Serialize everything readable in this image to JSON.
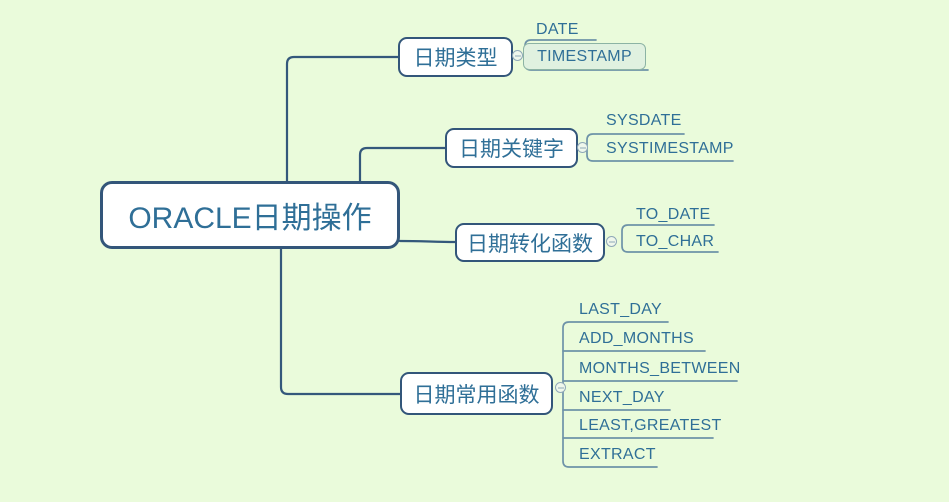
{
  "root": {
    "label": "ORACLE日期操作"
  },
  "branches": [
    {
      "label": "日期类型",
      "children": [
        {
          "label": "DATE",
          "selected": false
        },
        {
          "label": "TIMESTAMP",
          "selected": true
        }
      ]
    },
    {
      "label": "日期关键字",
      "children": [
        {
          "label": "SYSDATE",
          "selected": false
        },
        {
          "label": "SYSTIMESTAMP",
          "selected": false
        }
      ]
    },
    {
      "label": "日期转化函数",
      "children": [
        {
          "label": "TO_DATE",
          "selected": false
        },
        {
          "label": "TO_CHAR",
          "selected": false
        }
      ]
    },
    {
      "label": "日期常用函数",
      "children": [
        {
          "label": "LAST_DAY",
          "selected": false
        },
        {
          "label": "ADD_MONTHS",
          "selected": false
        },
        {
          "label": "MONTHS_BETWEEN",
          "selected": false
        },
        {
          "label": "NEXT_DAY",
          "selected": false
        },
        {
          "label": "LEAST,GREATEST",
          "selected": false
        },
        {
          "label": "EXTRACT",
          "selected": false
        }
      ]
    }
  ],
  "icons": {
    "collapse_toggle": "minus-circle"
  },
  "colors": {
    "background": "#EAFBDB",
    "node_fill": "#FFFFFF",
    "node_border": "#33567A",
    "text": "#2F6F97",
    "main_connector": "#34587B",
    "child_connector": "#6E93A8",
    "selected_fill": "#E0F1E0",
    "selected_border": "#8CB3A4"
  }
}
